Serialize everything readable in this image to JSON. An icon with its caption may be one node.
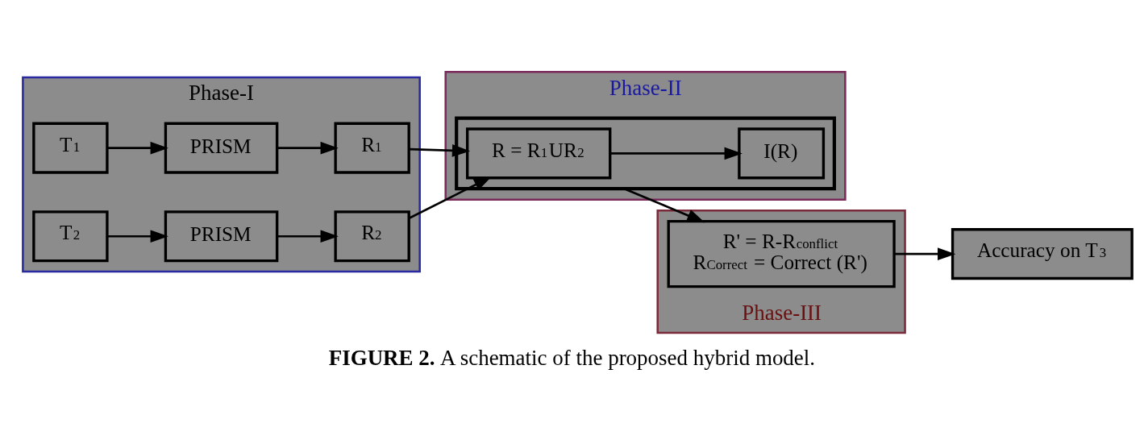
{
  "diagram": {
    "caption": "**FIGURE 2.** A schematic of the proposed hybrid model.",
    "nodes": [
      {
        "text": [
          "Phase-I"
        ]
      },
      {
        "text": [
          "T$_{1}$"
        ],
        "in": 0
      },
      {
        "text": [
          "PRISM"
        ],
        "in": 0
      },
      {
        "text": [
          "R$_{1}$"
        ],
        "in": 0
      },
      {
        "text": [
          "T$_{2}$"
        ],
        "in": 0
      },
      {
        "text": [
          "PRISM"
        ],
        "in": 0
      },
      {
        "text": [
          "R$_{2}$"
        ],
        "in": 0
      },
      {
        "text": [
          "Phase-II"
        ]
      },
      {
        "text": [],
        "shape": "box",
        "in": 7
      },
      {
        "text": [
          "R = R$_{1}$UR$_{2}$"
        ],
        "in": 8
      },
      {
        "text": [
          "I(R)"
        ],
        "in": 8
      },
      {
        "text": [
          "Phase-III"
        ]
      },
      {
        "text": [
          "R' = R-R$_{conflict}$",
          "R$_{Correct}$ = Correct (R')"
        ],
        "in": 11
      },
      {
        "text": [
          "Accuracy on T$_{3}$"
        ]
      }
    ],
    "edges": [
      {
        "from": 1,
        "to": 2,
        "arrow": "to"
      },
      {
        "from": 2,
        "to": 3,
        "arrow": "to"
      },
      {
        "from": 4,
        "to": 5,
        "arrow": "to"
      },
      {
        "from": 5,
        "to": 6,
        "arrow": "to"
      },
      {
        "from": 3,
        "to": 9,
        "arrow": "to"
      },
      {
        "from": 6,
        "to": 9,
        "arrow": "to"
      },
      {
        "from": 9,
        "to": 10,
        "arrow": "to"
      },
      {
        "from": 8,
        "to": 12,
        "arrow": "to"
      },
      {
        "from": 12,
        "to": 13,
        "arrow": "to"
      }
    ]
  }
}
